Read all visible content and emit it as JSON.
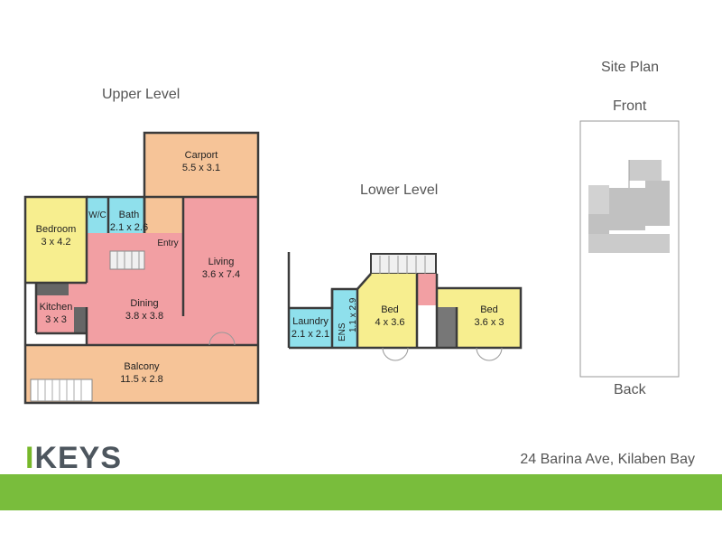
{
  "colors": {
    "carport": "#f6c498",
    "living": "#f29fa3",
    "bedroom": "#f7ee8f",
    "wet": "#8fe0ec",
    "balcony": "#f6c498",
    "stair": "#cfcfcf",
    "footer_green": "#79bd3c",
    "wall": "#3b3b3b"
  },
  "headings": {
    "upper": "Upper Level",
    "lower": "Lower Level",
    "site": "Site Plan",
    "front": "Front",
    "back": "Back"
  },
  "upper_rooms": {
    "carport": {
      "name": "Carport",
      "size": "5.5 x 3.1"
    },
    "bedroom": {
      "name": "Bedroom",
      "size": "3 x 4.2"
    },
    "wc": {
      "name": "W/C"
    },
    "bath": {
      "name": "Bath",
      "size": "2.1 x 2.6"
    },
    "entry": {
      "name": "Entry"
    },
    "living": {
      "name": "Living",
      "size": "3.6 x 7.4"
    },
    "kitchen": {
      "name": "Kitchen",
      "size": "3 x 3"
    },
    "dining": {
      "name": "Dining",
      "size": "3.8 x 3.8"
    },
    "balcony": {
      "name": "Balcony",
      "size": "11.5 x 2.8"
    }
  },
  "lower_rooms": {
    "laundry": {
      "name": "Laundry",
      "size": "2.1 x 2.1"
    },
    "ens": {
      "name": "ENS",
      "size": "1.1 x 2.9"
    },
    "bed1": {
      "name": "Bed",
      "size": "4 x 3.6"
    },
    "bed2": {
      "name": "Bed",
      "size": "3.6 x 3"
    }
  },
  "brand": {
    "logo_mark": "I",
    "logo_text": "KEYS"
  },
  "address": "24 Barina Ave, Kilaben Bay"
}
